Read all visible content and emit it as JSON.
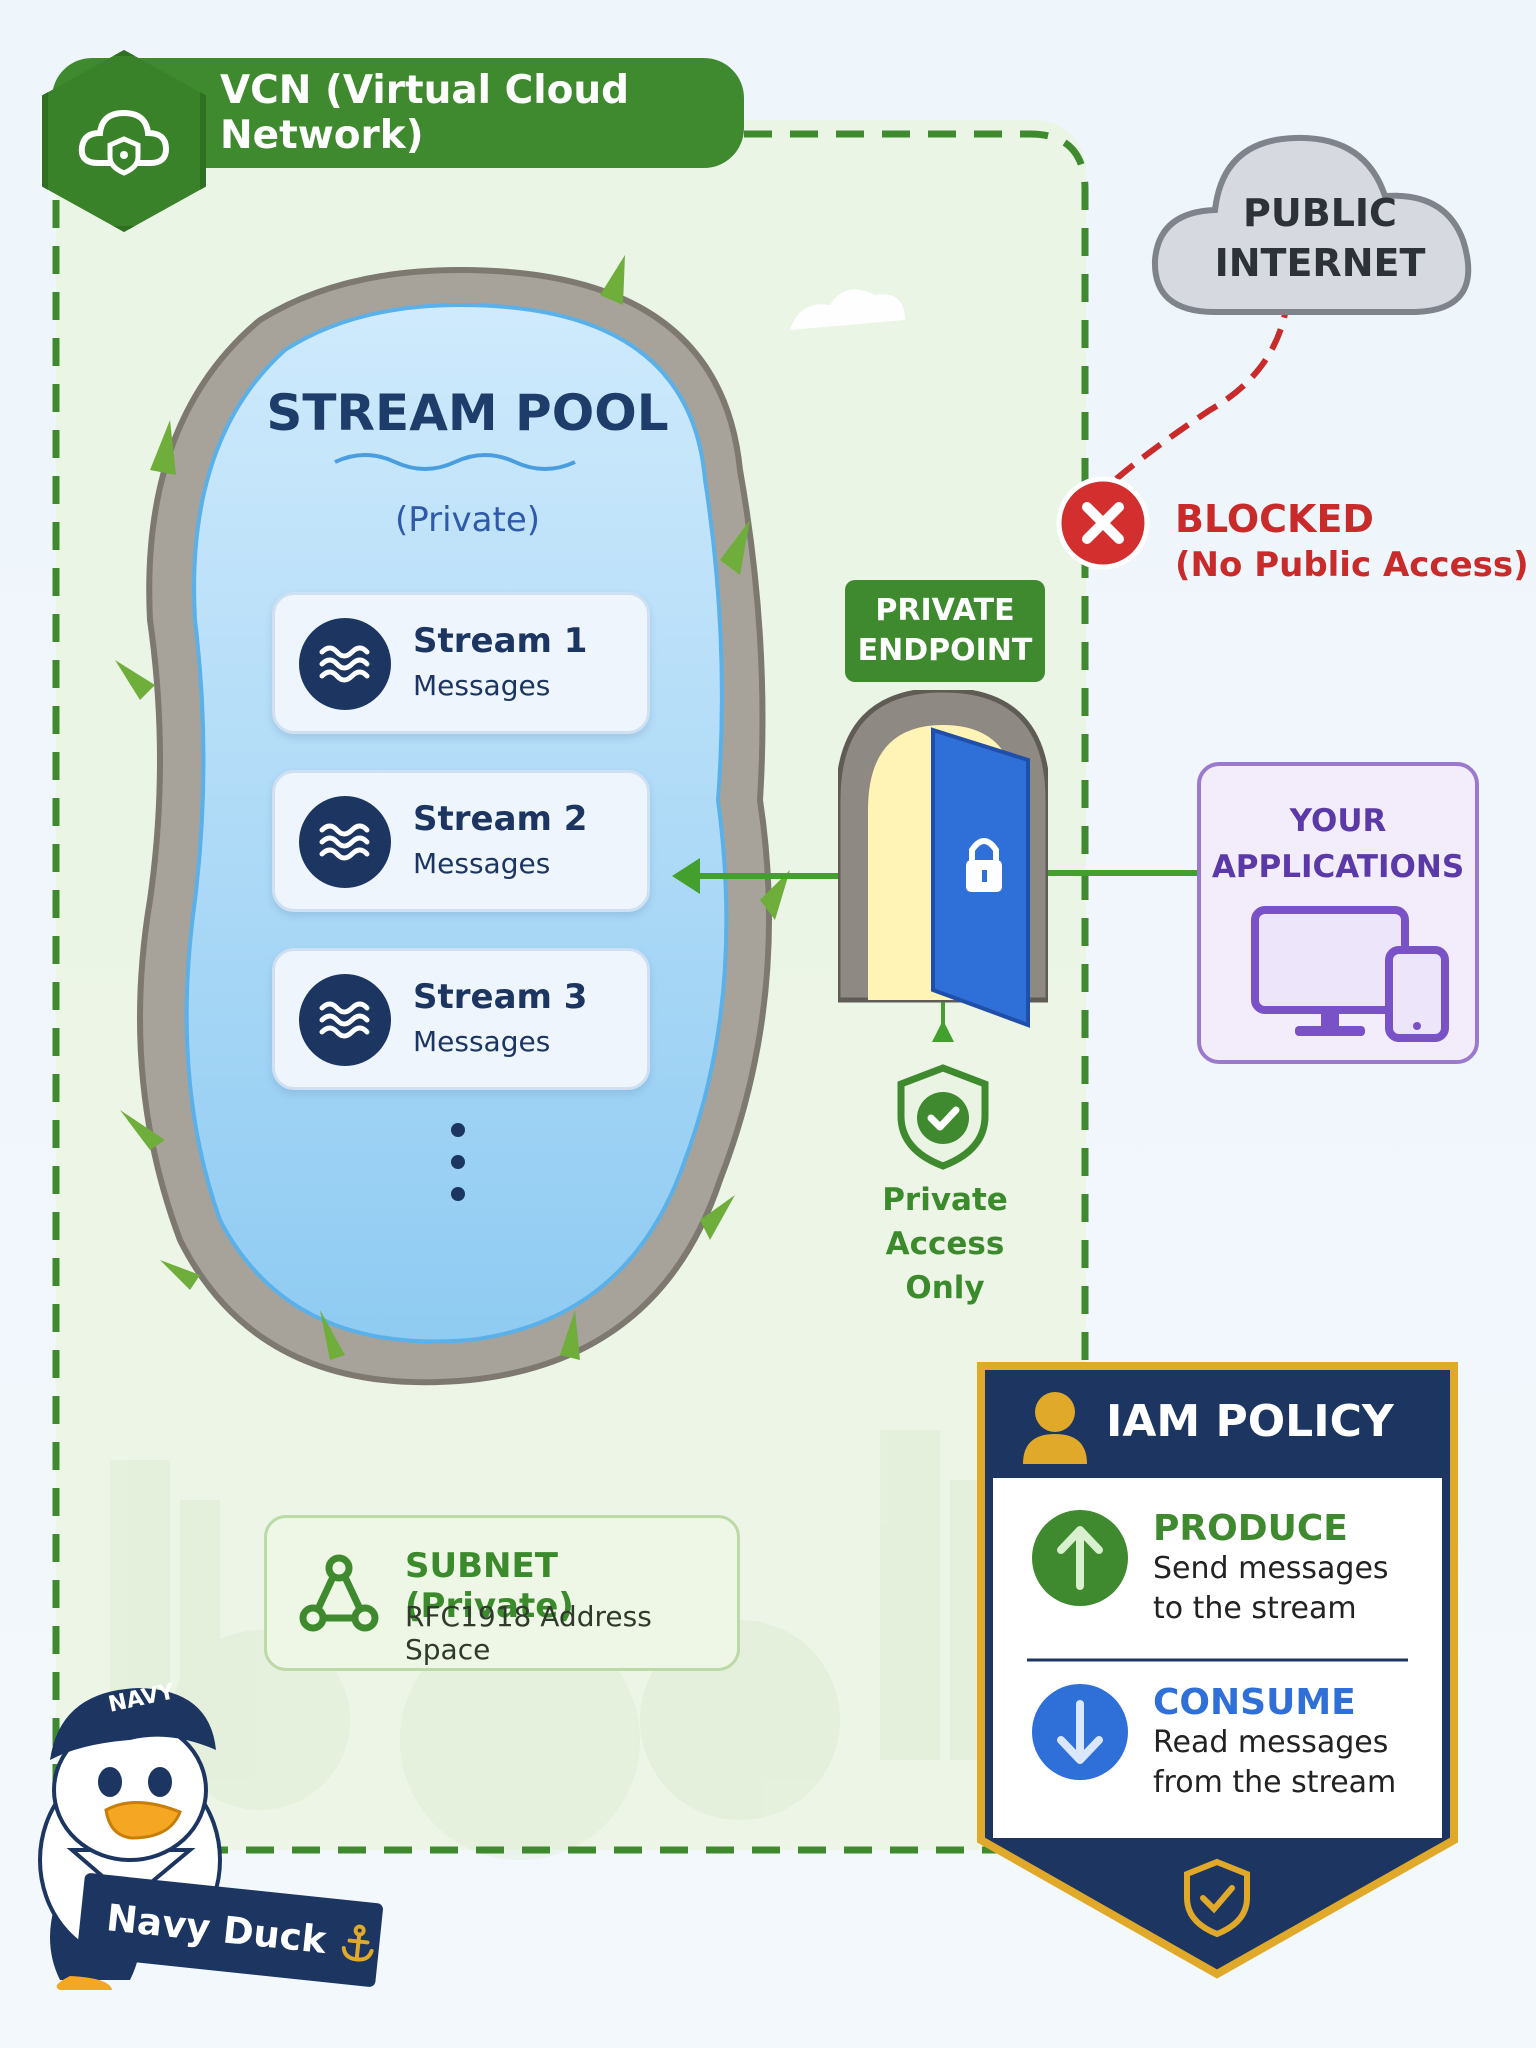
{
  "vcn": {
    "title": "VCN (Virtual Cloud Network)",
    "icon": "cloud-shield-icon"
  },
  "stream_pool": {
    "title": "STREAM POOL",
    "subtitle": "(Private)",
    "streams": [
      {
        "title": "Stream 1",
        "subtitle": "Messages"
      },
      {
        "title": "Stream 2",
        "subtitle": "Messages"
      },
      {
        "title": "Stream 3",
        "subtitle": "Messages"
      }
    ]
  },
  "private_endpoint": {
    "line1": "PRIVATE",
    "line2": "ENDPOINT"
  },
  "private_access": {
    "line1": "Private Access",
    "line2": "Only"
  },
  "internet": {
    "line1": "PUBLIC",
    "line2": "INTERNET"
  },
  "blocked": {
    "line1": "BLOCKED",
    "line2": "(No Public Access)"
  },
  "applications": {
    "line1": "YOUR",
    "line2": "APPLICATIONS"
  },
  "subnet": {
    "title": "SUBNET (Private)",
    "subtitle": "RFC1918 Address Space"
  },
  "iam": {
    "title": "IAM POLICY",
    "produce": {
      "title": "PRODUCE",
      "line1": "Send messages",
      "line2": "to the stream"
    },
    "consume": {
      "title": "CONSUME",
      "line1": "Read messages",
      "line2": "from the stream"
    }
  },
  "mascot": {
    "hat": "NAVY",
    "name": "Navy Duck"
  },
  "colors": {
    "green": "#3f8a2f",
    "navy": "#1c3561",
    "red": "#d32f2f",
    "purple": "#7a52c7",
    "water": "#9fd3f5",
    "gold": "#e0a92a"
  }
}
